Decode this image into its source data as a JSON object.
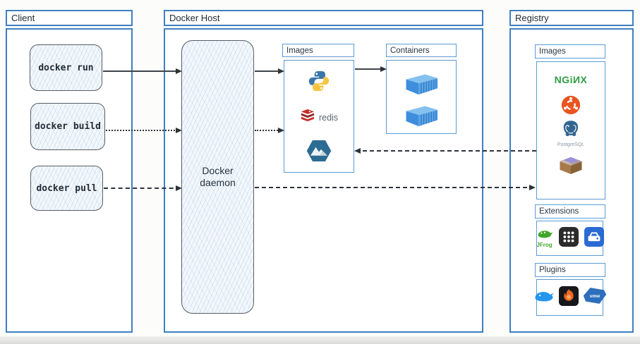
{
  "client": {
    "title": "Client",
    "commands": [
      {
        "label": "docker run"
      },
      {
        "label": "docker build"
      },
      {
        "label": "docker pull"
      }
    ]
  },
  "docker_host": {
    "title": "Docker Host",
    "daemon_label": "Docker daemon",
    "images": {
      "title": "Images",
      "items": [
        {
          "icon": "python-icon",
          "label": ""
        },
        {
          "icon": "redis-icon",
          "label": "redis"
        },
        {
          "icon": "alpine-hexagon-icon",
          "label": ""
        }
      ]
    },
    "containers": {
      "title": "Containers",
      "items": [
        {
          "icon": "container-icon"
        },
        {
          "icon": "container-icon"
        }
      ]
    }
  },
  "registry": {
    "title": "Registry",
    "images": {
      "title": "Images",
      "items": [
        {
          "icon": "nginx-logo",
          "label": "NGiИX"
        },
        {
          "icon": "ubuntu-icon",
          "label": ""
        },
        {
          "icon": "postgresql-icon",
          "label": "PostgreSQL"
        },
        {
          "icon": "package-crate-icon",
          "label": ""
        }
      ]
    },
    "extensions": {
      "title": "Extensions",
      "items": [
        {
          "icon": "jfrog-icon",
          "label": "JFrog"
        },
        {
          "icon": "apps-grid-icon",
          "label": ""
        },
        {
          "icon": "disk-drive-icon",
          "label": ""
        }
      ]
    },
    "plugins": {
      "title": "Plugins",
      "items": [
        {
          "icon": "docker-whale-icon",
          "label": ""
        },
        {
          "icon": "grafana-icon",
          "label": ""
        },
        {
          "icon": "vmware-icon",
          "label": "vmw"
        }
      ]
    }
  },
  "arrows": [
    {
      "from": "docker run",
      "to": "Docker daemon",
      "style": "solid"
    },
    {
      "from": "docker build",
      "to": "Docker daemon",
      "style": "dotted"
    },
    {
      "from": "docker pull",
      "to": "Docker daemon",
      "style": "dashed"
    },
    {
      "from": "Docker daemon",
      "to": "Host Images",
      "style": "solid"
    },
    {
      "from": "Docker daemon",
      "to": "Host Images",
      "style": "dotted"
    },
    {
      "from": "Host Images",
      "to": "Containers",
      "style": "solid"
    },
    {
      "from": "Registry Images",
      "to": "Host Images",
      "style": "dashed"
    },
    {
      "from": "Docker daemon",
      "to": "Registry Images",
      "style": "dashed"
    }
  ],
  "colors": {
    "frame_border": "#3f7fc1",
    "inner_border": "#5b9bd5",
    "sketch_fill": "#f3f8fc",
    "sketch_border": "#565e66",
    "arrow": "#2e3338",
    "nginx_green": "#2f9e44",
    "ubuntu_orange": "#e95420",
    "redis_red": "#c6302b",
    "postgres_blue": "#336791",
    "container_blue": "#3e8edd"
  }
}
